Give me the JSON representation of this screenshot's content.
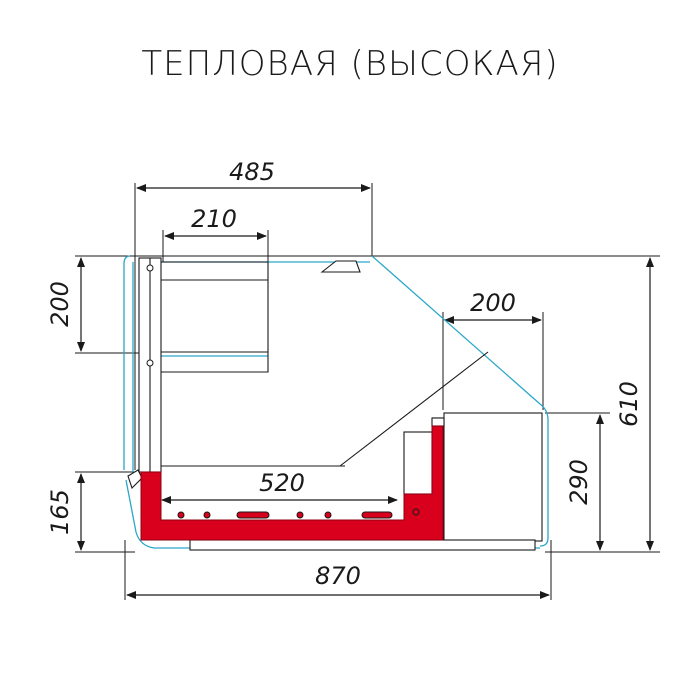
{
  "title": "ТЕПЛОВАЯ (ВЫСОКАЯ)",
  "dimensions": {
    "top_width": "485",
    "shelf_depth": "210",
    "shelf_height": "200",
    "rear_depth": "200",
    "total_height": "610",
    "rear_height": "290",
    "base_height": "165",
    "inner_width": "520",
    "total_width": "870"
  },
  "colors": {
    "line": "#1a1a1a",
    "glass": "#2aa7c9",
    "heated_tray": "#d8001c",
    "background": "#ffffff"
  }
}
